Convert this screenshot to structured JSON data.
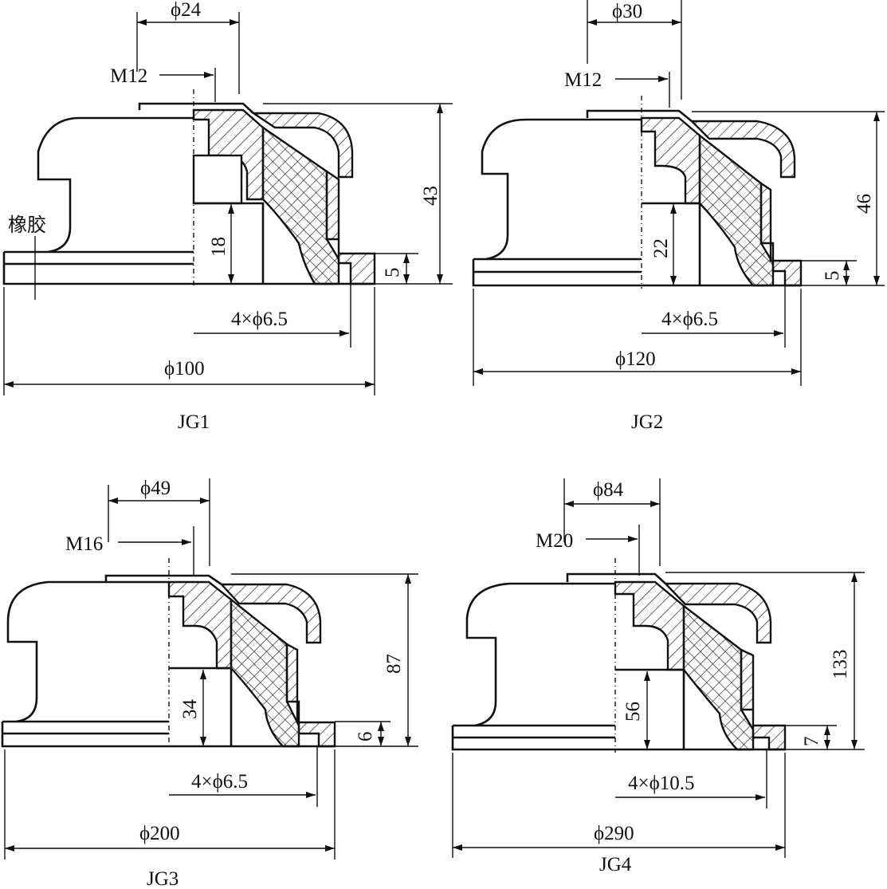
{
  "figure": {
    "rubber_label": "橡胶",
    "views": [
      {
        "id": "JG1",
        "name": "JG1",
        "bolt_dia": "ϕ24",
        "thread": "M12",
        "height": "43",
        "inner_height": "18",
        "base_thick": "5",
        "holes": "4×ϕ6.5",
        "outer_dia": "ϕ100"
      },
      {
        "id": "JG2",
        "name": "JG2",
        "bolt_dia": "ϕ30",
        "thread": "M12",
        "height": "46",
        "inner_height": "22",
        "base_thick": "5",
        "holes": "4×ϕ6.5",
        "outer_dia": "ϕ120"
      },
      {
        "id": "JG3",
        "name": "JG3",
        "bolt_dia": "ϕ49",
        "thread": "M16",
        "height": "87",
        "inner_height": "34",
        "base_thick": "6",
        "holes": "4×ϕ6.5",
        "outer_dia": "ϕ200"
      },
      {
        "id": "JG4",
        "name": "JG4",
        "bolt_dia": "ϕ84",
        "thread": "M20",
        "height": "133",
        "inner_height": "56",
        "base_thick": "7",
        "holes": "4×ϕ10.5",
        "outer_dia": "ϕ290"
      }
    ]
  }
}
